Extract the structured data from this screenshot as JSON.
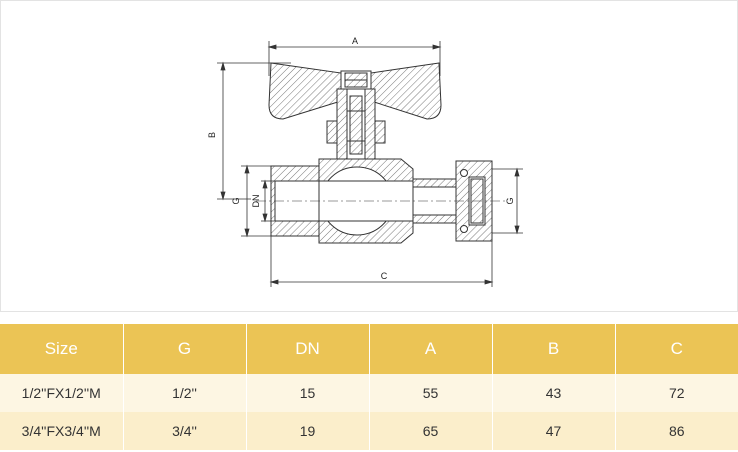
{
  "drawing": {
    "labels": {
      "A": "A",
      "B": "B",
      "C": "C",
      "G_left": "G",
      "DN": "DN",
      "G_right": "G"
    }
  },
  "table": {
    "headers": [
      "Size",
      "G",
      "DN",
      "A",
      "B",
      "C"
    ],
    "rows": [
      [
        "1/2''FX1/2''M",
        "1/2''",
        "15",
        "55",
        "43",
        "72"
      ],
      [
        "3/4''FX3/4''M",
        "3/4''",
        "19",
        "65",
        "47",
        "86"
      ]
    ]
  },
  "colors": {
    "header_bg": "#ebc455",
    "row_odd": "#fdf6e3",
    "row_even": "#fbeecb"
  }
}
